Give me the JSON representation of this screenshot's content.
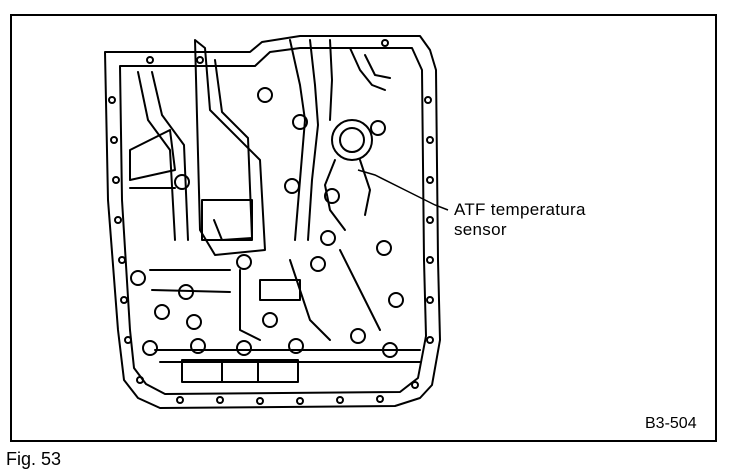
{
  "figure": {
    "label_line1": "ATF temperatura",
    "label_line2": "sensor",
    "code": "B3-504",
    "caption": "Fig. 53",
    "line_color": "#000000",
    "background": "#ffffff"
  }
}
